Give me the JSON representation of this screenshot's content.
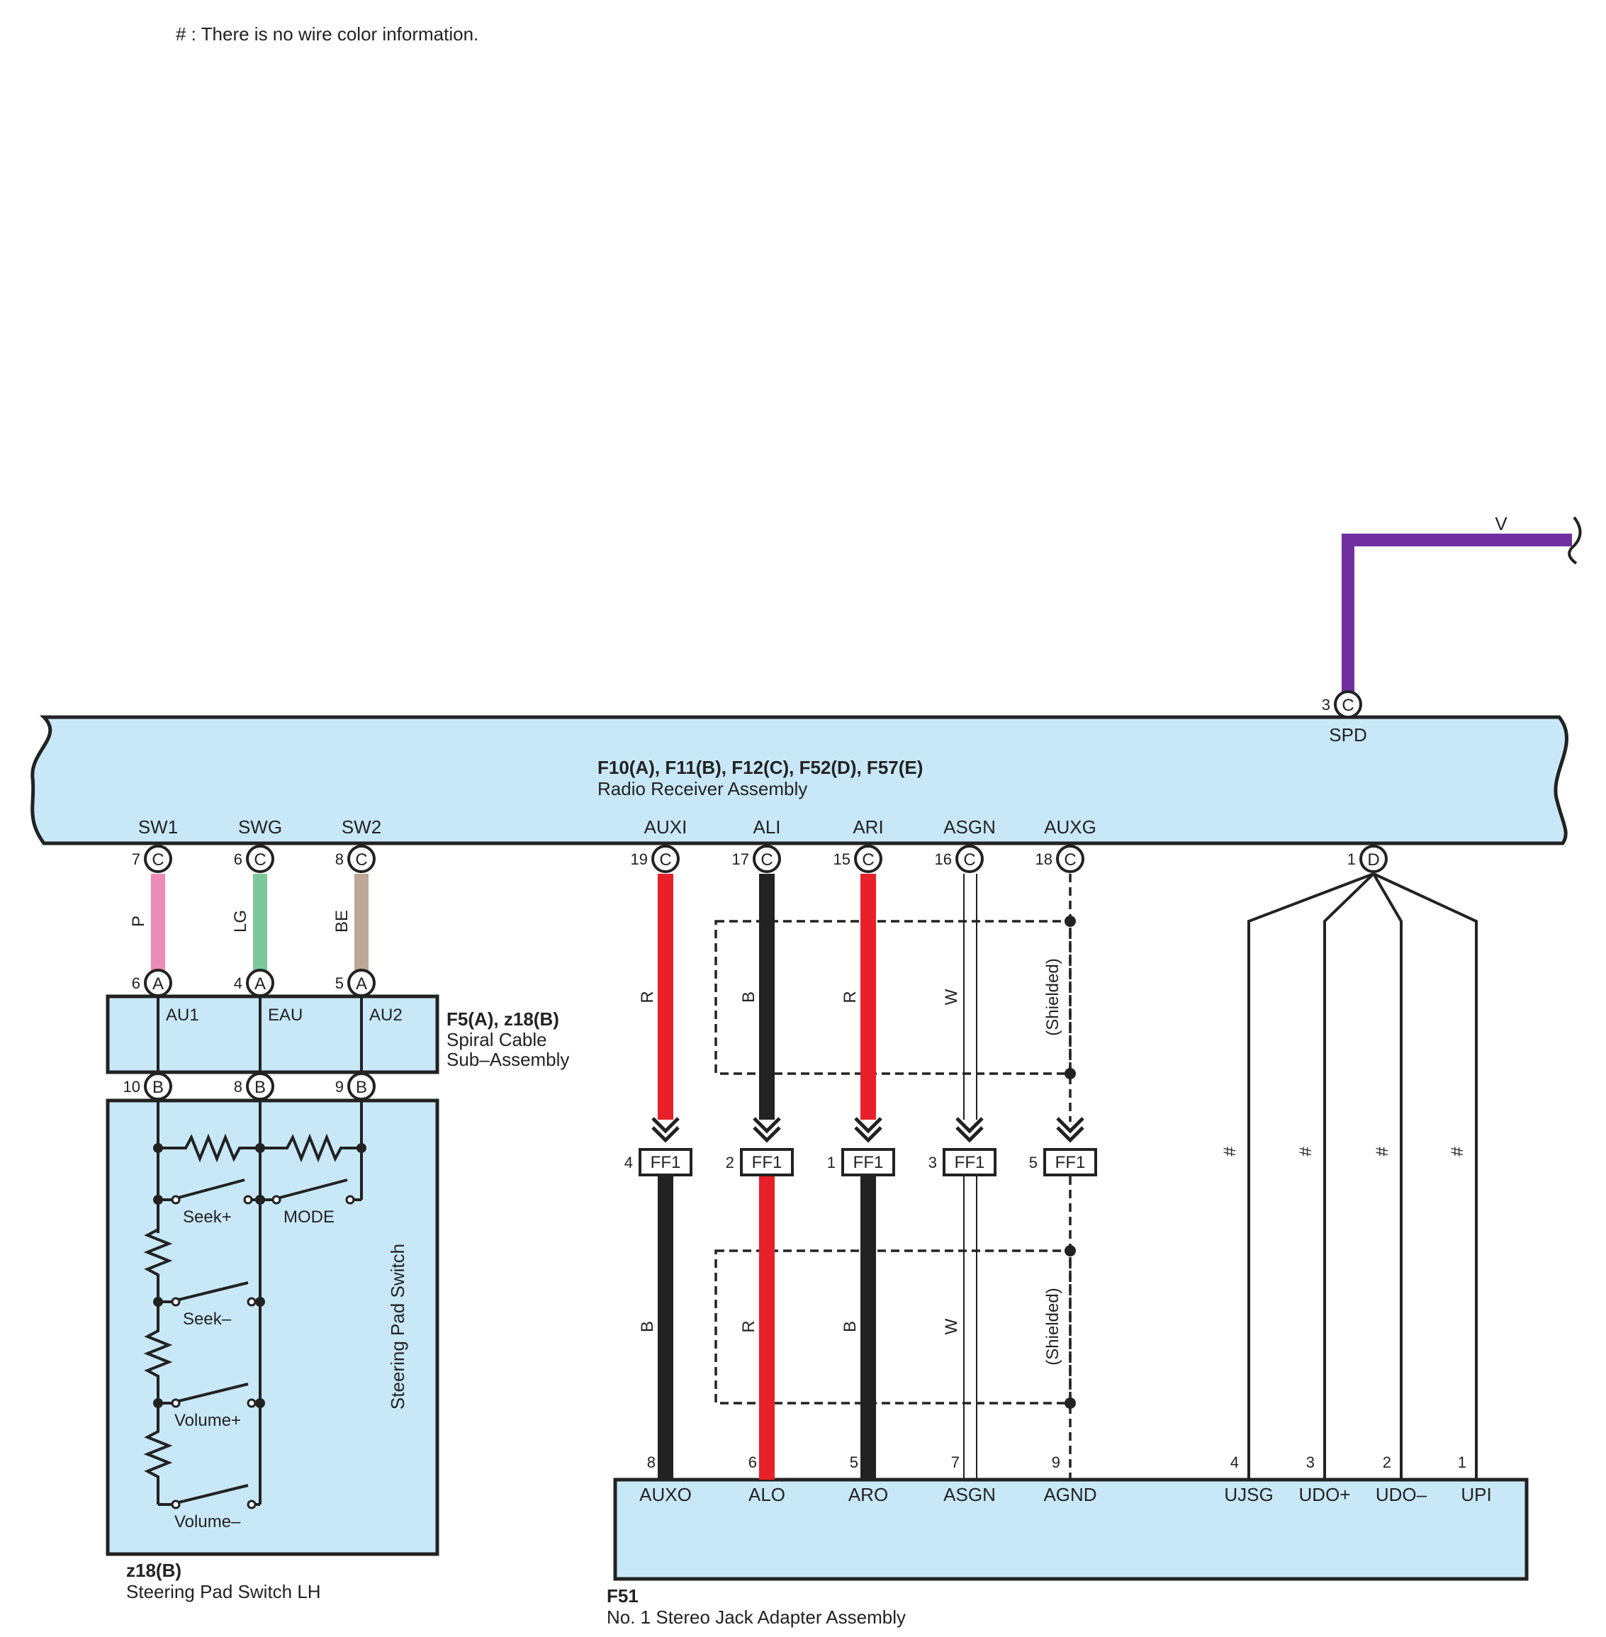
{
  "note": "# : There is no wire color information.",
  "colors": {
    "body_fill": "#c8e8f8",
    "stroke": "#222222",
    "wire_pink": "#ee8ab8",
    "wire_green": "#7cc89a",
    "wire_beige": "#bca894",
    "wire_red": "#e8202a",
    "wire_black": "#222222",
    "wire_violet": "#7030a0"
  },
  "radio": {
    "connectors": "F10(A), F11(B), F12(C), F52(D), F57(E)",
    "name": "Radio Receiver Assembly",
    "spd": {
      "pin": "3",
      "conn": "C",
      "label": "SPD",
      "wire": "V"
    },
    "terminals": [
      {
        "id": "sw1",
        "label": "SW1",
        "pin": "7",
        "conn": "C"
      },
      {
        "id": "swg",
        "label": "SWG",
        "pin": "6",
        "conn": "C"
      },
      {
        "id": "sw2",
        "label": "SW2",
        "pin": "8",
        "conn": "C"
      },
      {
        "id": "auxi",
        "label": "AUXI",
        "pin": "19",
        "conn": "C"
      },
      {
        "id": "ali",
        "label": "ALI",
        "pin": "17",
        "conn": "C"
      },
      {
        "id": "ari",
        "label": "ARI",
        "pin": "15",
        "conn": "C"
      },
      {
        "id": "asgn",
        "label": "ASGN",
        "pin": "16",
        "conn": "C"
      },
      {
        "id": "auxg",
        "label": "AUXG",
        "pin": "18",
        "conn": "C"
      },
      {
        "id": "d1",
        "label": "",
        "pin": "1",
        "conn": "D"
      }
    ]
  },
  "spiral": {
    "connectors": "F5(A), z18(B)",
    "name_line1": "Spiral Cable",
    "name_line2": "Sub–Assembly",
    "top_pins": [
      {
        "pin": "6",
        "conn": "A",
        "label": "AU1"
      },
      {
        "pin": "4",
        "conn": "A",
        "label": "EAU"
      },
      {
        "pin": "5",
        "conn": "A",
        "label": "AU2"
      }
    ],
    "bottom_pins": [
      {
        "pin": "10",
        "conn": "B"
      },
      {
        "pin": "8",
        "conn": "B"
      },
      {
        "pin": "9",
        "conn": "B"
      }
    ]
  },
  "upper_wires": [
    {
      "color_code": "P",
      "color_key": "wire_pink"
    },
    {
      "color_code": "LG",
      "color_key": "wire_green"
    },
    {
      "color_code": "BE",
      "color_key": "wire_beige"
    }
  ],
  "steering": {
    "connector": "z18(B)",
    "name": "Steering Pad Switch LH",
    "inner_label": "Steering Pad Switch",
    "switches": [
      "Seek+",
      "MODE",
      "Seek–",
      "Volume+",
      "Volume–"
    ]
  },
  "audio_upper_wires": [
    {
      "color_code": "R",
      "color_key": "wire_red"
    },
    {
      "color_code": "B",
      "color_key": "wire_black"
    },
    {
      "color_code": "R",
      "color_key": "wire_red"
    },
    {
      "color_code": "W",
      "color_key": ""
    },
    {
      "color_code": "(Shielded)",
      "color_key": ""
    }
  ],
  "ff1": [
    {
      "pin": "4",
      "label": "FF1"
    },
    {
      "pin": "2",
      "label": "FF1"
    },
    {
      "pin": "1",
      "label": "FF1"
    },
    {
      "pin": "3",
      "label": "FF1"
    },
    {
      "pin": "5",
      "label": "FF1"
    }
  ],
  "audio_lower_wires": [
    {
      "color_code": "B",
      "color_key": "wire_black"
    },
    {
      "color_code": "R",
      "color_key": "wire_red"
    },
    {
      "color_code": "B",
      "color_key": "wire_black"
    },
    {
      "color_code": "W",
      "color_key": ""
    },
    {
      "color_code": "(Shielded)",
      "color_key": ""
    }
  ],
  "usb_wires": [
    {
      "color_code": "#"
    },
    {
      "color_code": "#"
    },
    {
      "color_code": "#"
    },
    {
      "color_code": "#"
    }
  ],
  "jack": {
    "connector": "F51",
    "name": "No. 1 Stereo Jack Adapter Assembly",
    "terminals": [
      {
        "pin": "8",
        "label": "AUXO"
      },
      {
        "pin": "6",
        "label": "ALO"
      },
      {
        "pin": "5",
        "label": "ARO"
      },
      {
        "pin": "7",
        "label": "ASGN"
      },
      {
        "pin": "9",
        "label": "AGND"
      },
      {
        "pin": "4",
        "label": "UJSG"
      },
      {
        "pin": "3",
        "label": "UDO+"
      },
      {
        "pin": "2",
        "label": "UDO–"
      },
      {
        "pin": "1",
        "label": "UPI"
      }
    ]
  }
}
